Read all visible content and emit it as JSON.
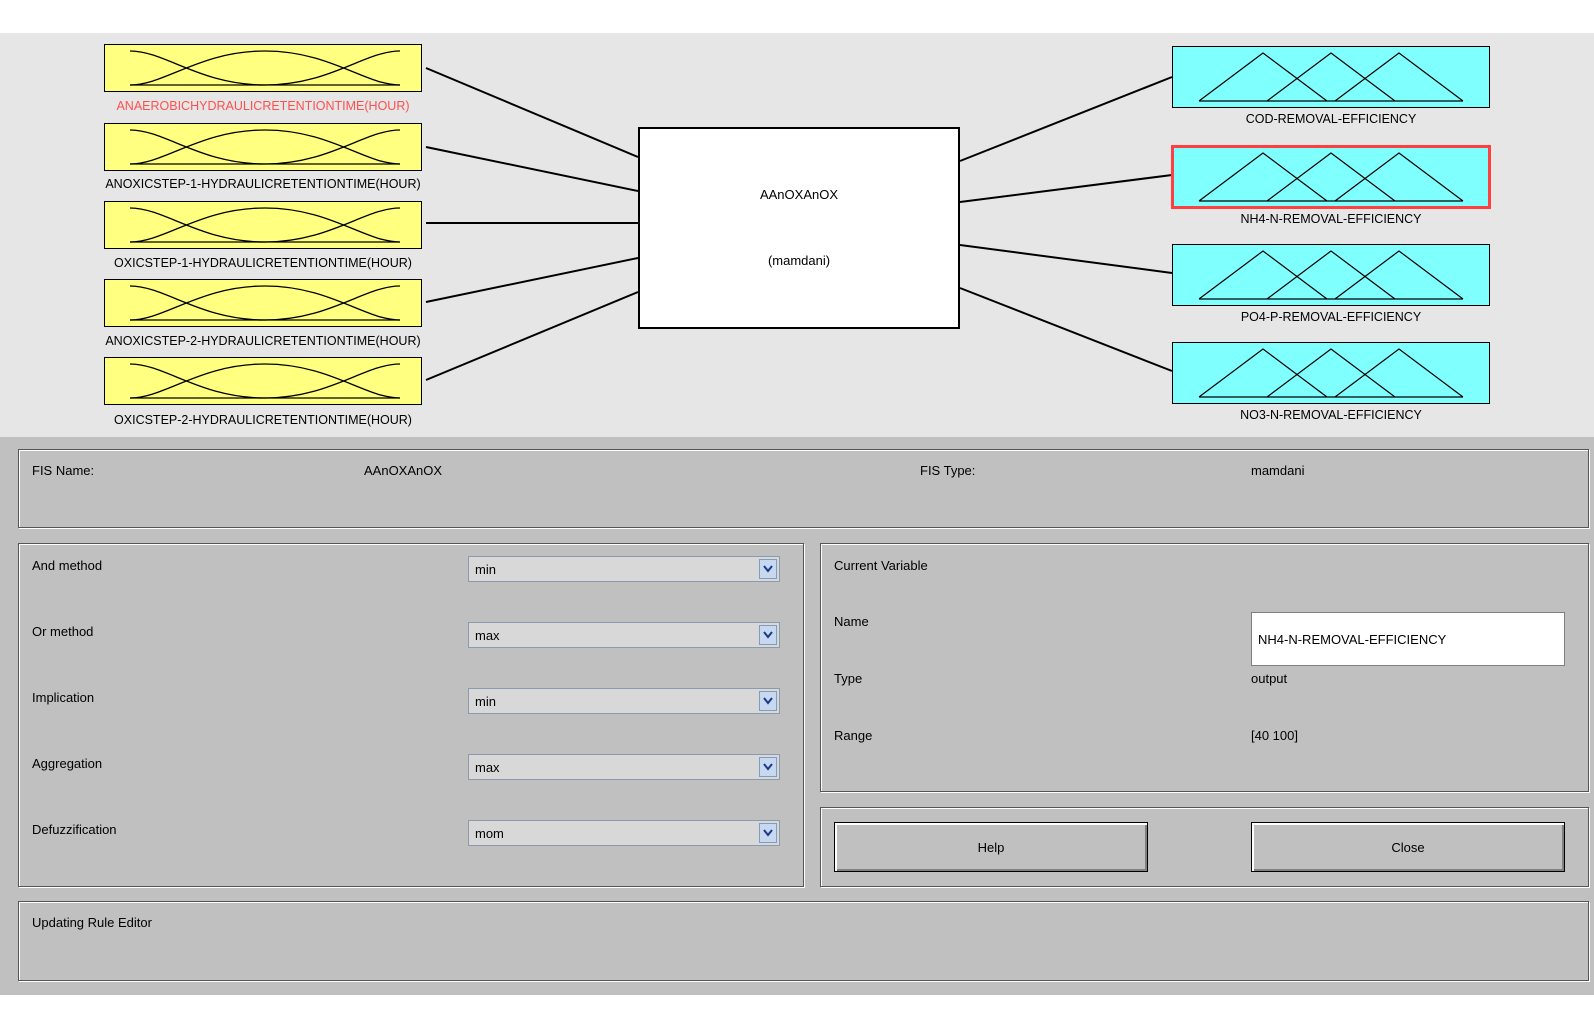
{
  "fis": {
    "name": "AAnOXAnOX",
    "type": "mamdani",
    "type_display": "(mamdani)"
  },
  "inputs": [
    {
      "label": "ANAEROBICHYDRAULICRETENTIONTIME(HOUR)",
      "active": true
    },
    {
      "label": "ANOXICSTEP-1-HYDRAULICRETENTIONTIME(HOUR)",
      "active": false
    },
    {
      "label": "OXICSTEP-1-HYDRAULICRETENTIONTIME(HOUR)",
      "active": false
    },
    {
      "label": "ANOXICSTEP-2-HYDRAULICRETENTIONTIME(HOUR)",
      "active": false
    },
    {
      "label": "OXICSTEP-2-HYDRAULICRETENTIONTIME(HOUR)",
      "active": false
    }
  ],
  "outputs": [
    {
      "label": "COD-REMOVAL-EFFICIENCY",
      "selected": false
    },
    {
      "label": "NH4-N-REMOVAL-EFFICIENCY",
      "selected": true
    },
    {
      "label": "PO4-P-REMOVAL-EFFICIENCY",
      "selected": false
    },
    {
      "label": "NO3-N-REMOVAL-EFFICIENCY",
      "selected": false
    }
  ],
  "info": {
    "fis_name_label": "FIS Name:",
    "fis_name_value": "AAnOXAnOX",
    "fis_type_label": "FIS Type:",
    "fis_type_value": "mamdani"
  },
  "methods": [
    {
      "label": "And method",
      "value": "min"
    },
    {
      "label": "Or method",
      "value": "max"
    },
    {
      "label": "Implication",
      "value": "min"
    },
    {
      "label": "Aggregation",
      "value": "max"
    },
    {
      "label": "Defuzzification",
      "value": "mom"
    }
  ],
  "current_variable": {
    "title": "Current Variable",
    "name_label": "Name",
    "name_value": "NH4-N-REMOVAL-EFFICIENCY",
    "type_label": "Type",
    "type_value": "output",
    "range_label": "Range",
    "range_value": "[40 100]"
  },
  "buttons": {
    "help": "Help",
    "close": "Close"
  },
  "status": "Updating Rule Editor",
  "colors": {
    "input_fill": "#ffff80",
    "output_fill": "#80ffff",
    "selected_border": "#ff4040",
    "active_label": "#ff5050",
    "panel_bg": "#c0c0c0",
    "diagram_bg": "#e6e6e6"
  }
}
